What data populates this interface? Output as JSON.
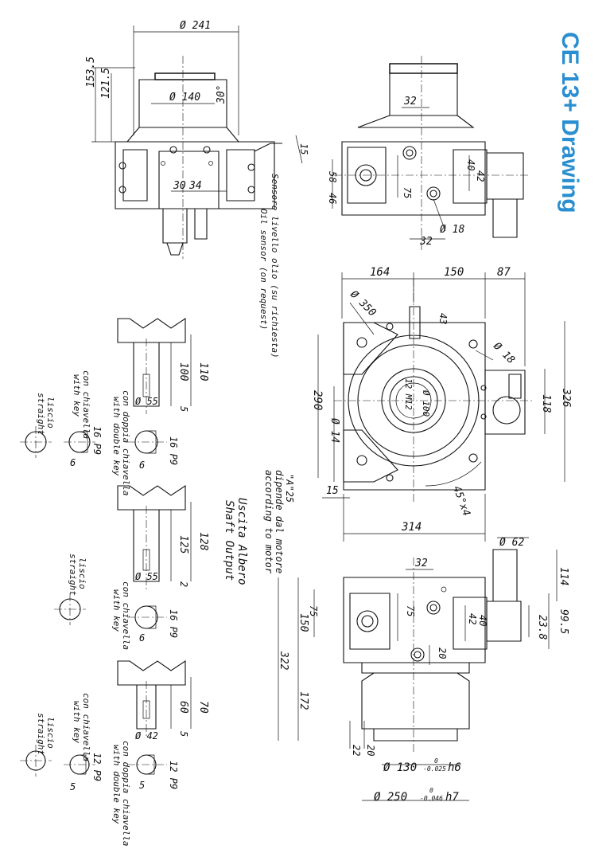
{
  "title": "CE 13+ Drawing",
  "accent_color": "#2a8fd0",
  "top_left_view": {
    "dims": [
      "Ø 241",
      "153.5",
      "121.5",
      "Ø 140",
      "30°",
      "30",
      "34",
      "15"
    ],
    "sensor_label_it": "Sensore livello olio (su richiesta)",
    "sensor_label_en": "Oil sensor (on request)"
  },
  "top_right_view": {
    "dims": [
      "32",
      "58",
      "46",
      "75",
      "40",
      "42",
      "32",
      "Ø 18"
    ]
  },
  "center_view": {
    "dims": [
      "164",
      "150",
      "87",
      "Ø 350",
      "43",
      "Ø 18",
      "290",
      "Ø 14",
      "118",
      "326",
      "Ø 100",
      "12 M12",
      "15",
      "45°x4",
      "314"
    ],
    "note_a": "\"A\"25",
    "note_it": "dipende dal motore",
    "note_en": "according to motor"
  },
  "shaft_output": {
    "title_it": "Uscita Albero",
    "title_en": "Shaft Output",
    "shafts": [
      {
        "dims": [
          "110",
          "100",
          "Ø 55",
          "5"
        ],
        "label_it": "con doppia chiavella",
        "label_en": "with double key",
        "key": "16 P9",
        "key_depth": "6"
      },
      {
        "dims": [
          "128",
          "125",
          "Ø 55",
          "2"
        ],
        "label_it": "con chiavella",
        "label_en": "with key",
        "key": "16 P9",
        "key_depth": "6"
      },
      {
        "dims": [
          "70",
          "60",
          "Ø 42",
          "5"
        ],
        "label_it": "con doppia chiavella",
        "label_en": "with double key",
        "key": "12 P9",
        "key_depth": "5"
      }
    ],
    "sections_left": [
      {
        "label_it": "liscio",
        "label_en": "straight"
      },
      {
        "label_it": "con chiavella",
        "label_en": "with key",
        "key": "16 P9",
        "key_depth": "6"
      },
      {
        "label_it": "liscio",
        "label_en": "straight"
      },
      {
        "label_it": "con chiavella",
        "label_en": "with key",
        "key": "12 P9",
        "key_depth": "5"
      },
      {
        "label_it": "liscio",
        "label_en": "straight"
      }
    ]
  },
  "bottom_view": {
    "dims": [
      "Ø 62",
      "114",
      "99.5",
      "23.8",
      "32",
      "75",
      "75",
      "42",
      "40",
      "20",
      "150",
      "322",
      "172",
      "22",
      "20",
      "Ø 130",
      "h6",
      "Ø 250",
      "h7"
    ],
    "tol_130_upper": "0",
    "tol_130_lower": "-0.025",
    "tol_250_upper": "0",
    "tol_250_lower": "-0.046"
  }
}
